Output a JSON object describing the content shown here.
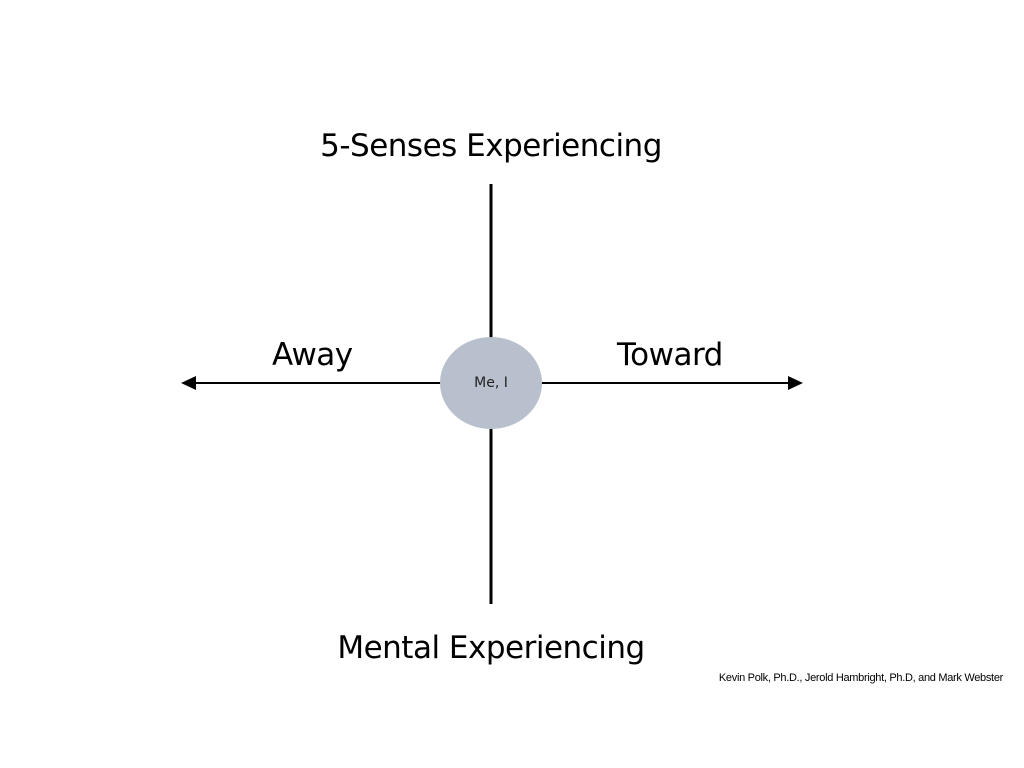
{
  "diagram": {
    "top_label": "5-Senses Experiencing",
    "bottom_label": "Mental Experiencing",
    "left_label": "Away",
    "right_label": "Toward",
    "center_label": "Me, I",
    "credit": "Kevin Polk, Ph.D., Jerold Hambright, Ph.D, and Mark Webster",
    "colors": {
      "line": "#000000",
      "center_fill": "#b7c0cc",
      "background": "#ffffff"
    }
  }
}
